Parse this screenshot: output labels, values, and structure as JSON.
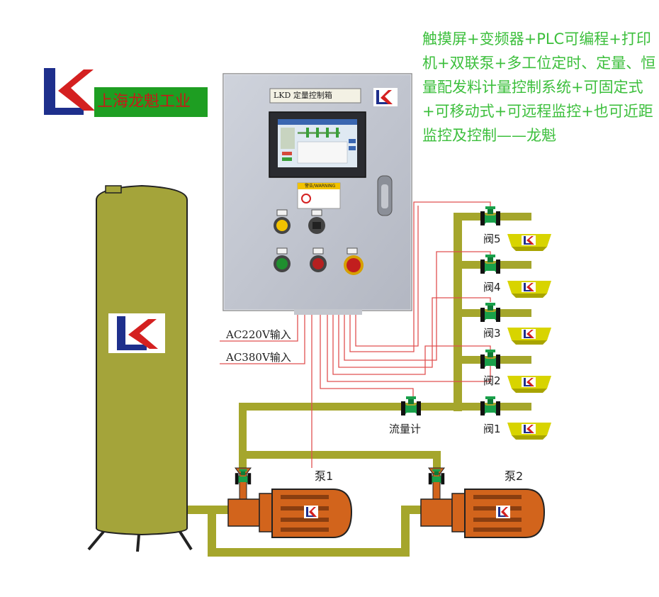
{
  "description": "触摸屏+变频器+PLC可编程+打印机+双联泵+多工位定时、定量、恒量配发料计量控制系统+可固定式+可移动式+可远程监控+也可近距监控及控制——龙魁",
  "company_name": "上海龙魁工业",
  "panel_title": "LKD 定量控制箱",
  "warning_label": "警告/WARNING",
  "power_inputs": {
    "ac220": "AC220V输入",
    "ac380": "AC380V输入"
  },
  "flowmeter_label": "流量计",
  "valves": [
    {
      "label": "阀5"
    },
    {
      "label": "阀4"
    },
    {
      "label": "阀3"
    },
    {
      "label": "阀2"
    },
    {
      "label": "阀1"
    }
  ],
  "pumps": [
    {
      "label": "泵1"
    },
    {
      "label": "泵2"
    }
  ],
  "colors": {
    "pipe": "#a5a62c",
    "tank": "#a4a43a",
    "motor": "#d2641c",
    "valve": "#19a04a",
    "signal_line": "#e05050",
    "text_green": "#3cbf3c",
    "logo_blue": "#1e2f8c",
    "logo_red": "#d42020"
  }
}
